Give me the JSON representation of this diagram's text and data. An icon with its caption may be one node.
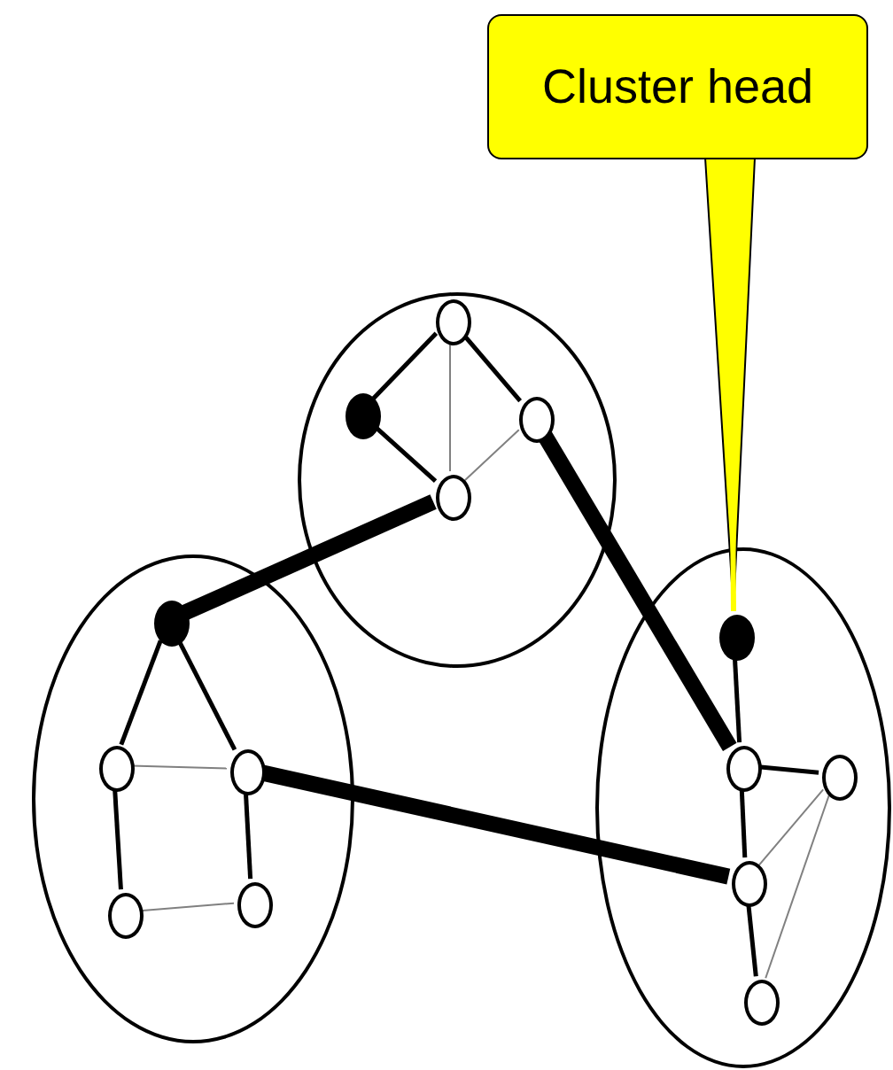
{
  "diagram": {
    "nodes": [
      {
        "text": [],
        "shape": "circle"
      },
      {
        "text": [],
        "shape": "circle"
      },
      {
        "text": [],
        "shape": "circle"
      },
      {
        "text": [
          "Cluster head"
        ]
      },
      {
        "text": [],
        "shape": "circle",
        "in": 0
      },
      {
        "text": [],
        "shape": "circle",
        "in": 0
      },
      {
        "text": [],
        "shape": "circle",
        "in": 0
      },
      {
        "text": [],
        "shape": "circle",
        "in": 0
      },
      {
        "text": [],
        "shape": "circle",
        "in": 1
      },
      {
        "text": [],
        "shape": "circle",
        "in": 1
      },
      {
        "text": [],
        "shape": "circle",
        "in": 1
      },
      {
        "text": [],
        "shape": "circle",
        "in": 1
      },
      {
        "text": [],
        "shape": "circle",
        "in": 1
      },
      {
        "text": [],
        "shape": "circle",
        "in": 2
      },
      {
        "text": [],
        "shape": "circle",
        "in": 2
      },
      {
        "text": [],
        "shape": "circle",
        "in": 2
      },
      {
        "text": [],
        "shape": "circle",
        "in": 2
      },
      {
        "text": [],
        "shape": "circle",
        "in": 2
      }
    ],
    "edges": [
      {
        "from": 5,
        "to": 4,
        "arrow": "none"
      },
      {
        "from": 5,
        "to": 7,
        "arrow": "none"
      },
      {
        "from": 4,
        "to": 6,
        "arrow": "none"
      },
      {
        "from": 4,
        "to": 7,
        "arrow": "none",
        "color": "#808080"
      },
      {
        "from": 6,
        "to": 7,
        "arrow": "none",
        "color": "#808080"
      },
      {
        "from": 8,
        "to": 9,
        "arrow": "none"
      },
      {
        "from": 8,
        "to": 10,
        "arrow": "none"
      },
      {
        "from": 9,
        "to": 10,
        "arrow": "none",
        "color": "#808080"
      },
      {
        "from": 9,
        "to": 11,
        "arrow": "none"
      },
      {
        "from": 10,
        "to": 12,
        "arrow": "none"
      },
      {
        "from": 11,
        "to": 12,
        "arrow": "none",
        "color": "#808080"
      },
      {
        "from": 13,
        "to": 14,
        "arrow": "none"
      },
      {
        "from": 14,
        "to": 15,
        "arrow": "none"
      },
      {
        "from": 14,
        "to": 16,
        "arrow": "none"
      },
      {
        "from": 16,
        "to": 17,
        "arrow": "none"
      },
      {
        "from": 15,
        "to": 16,
        "arrow": "none",
        "color": "#808080"
      },
      {
        "from": 15,
        "to": 17,
        "arrow": "none",
        "color": "#808080"
      },
      {
        "from": 7,
        "to": 8,
        "arrow": "none",
        "style": "thick"
      },
      {
        "from": 6,
        "to": 14,
        "arrow": "none",
        "style": "thick"
      },
      {
        "from": 10,
        "to": 16,
        "arrow": "none",
        "style": "thick"
      },
      {
        "from": 3,
        "to": 13,
        "arrow": "none",
        "color": "#ffff00"
      }
    ]
  }
}
